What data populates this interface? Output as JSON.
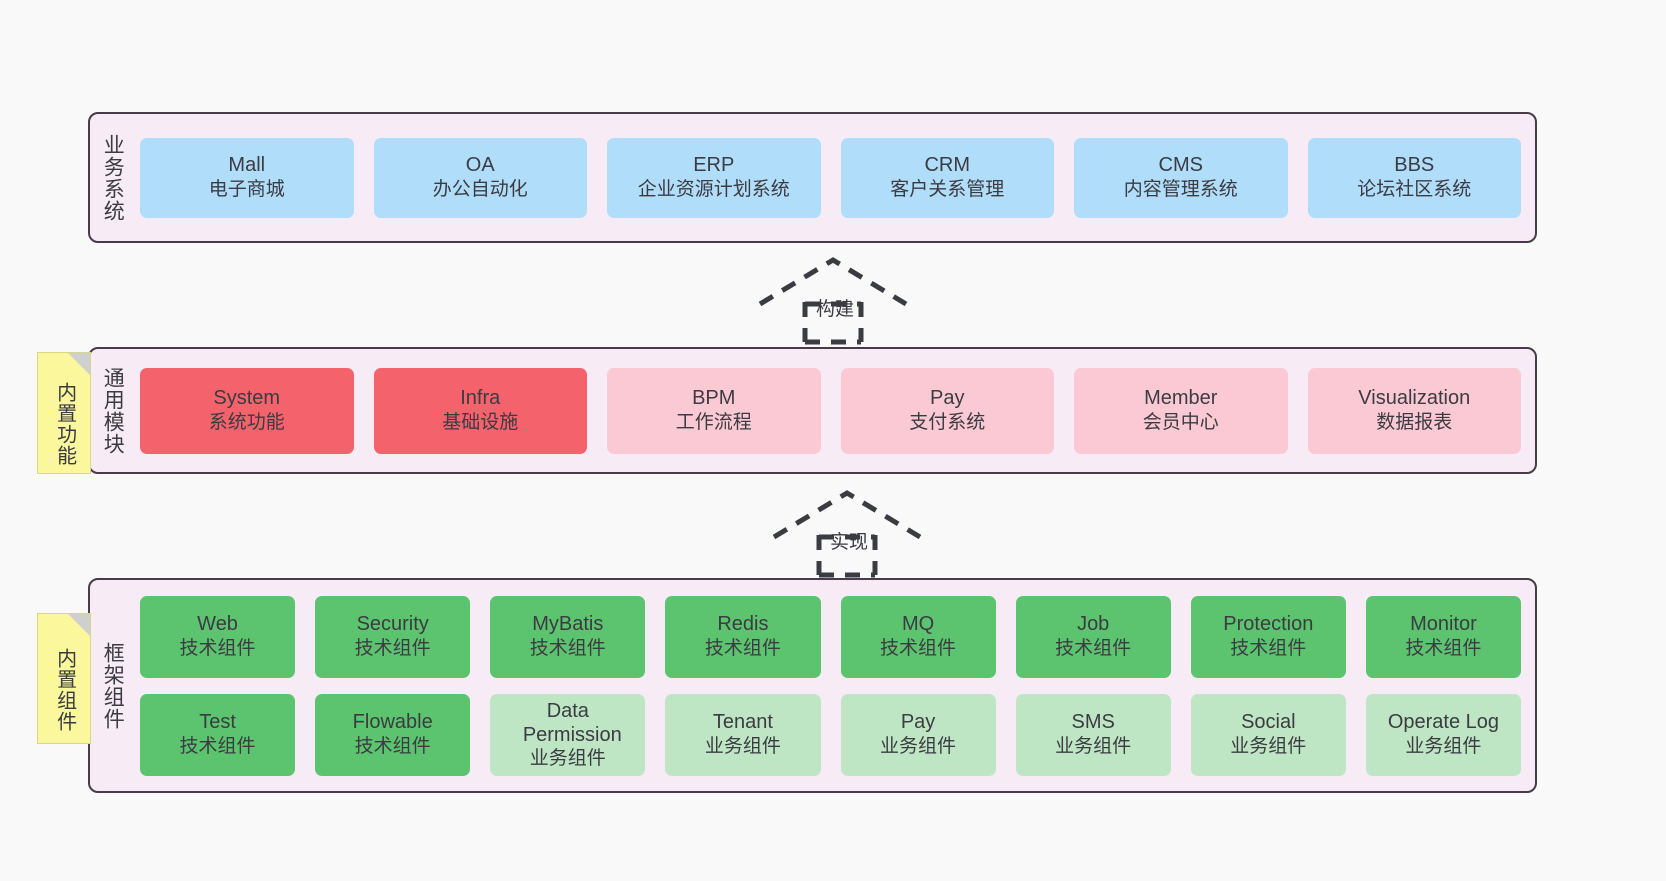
{
  "diagram": {
    "background_color": "#f9f9f9",
    "container_fill": "#f7ebf5",
    "container_border": "#4a3b4a"
  },
  "layers": [
    {
      "id": "business-systems",
      "label": "业务系统",
      "accent": "#b0ddfa",
      "rows": [
        [
          {
            "title": "Mall",
            "subtitle": "电子商城",
            "color": "#b0ddfa"
          },
          {
            "title": "OA",
            "subtitle": "办公自动化",
            "color": "#b0ddfa"
          },
          {
            "title": "ERP",
            "subtitle": "企业资源计划系统",
            "color": "#b0ddfa"
          },
          {
            "title": "CRM",
            "subtitle": "客户关系管理",
            "color": "#b0ddfa"
          },
          {
            "title": "CMS",
            "subtitle": "内容管理系统",
            "color": "#b0ddfa"
          },
          {
            "title": "BBS",
            "subtitle": "论坛社区系统",
            "color": "#b0ddfa"
          }
        ]
      ]
    },
    {
      "id": "common-modules",
      "label": "通用模块",
      "note": "内置功能",
      "accent": "#f4626c",
      "rows": [
        [
          {
            "title": "System",
            "subtitle": "系统功能",
            "color": "#f4626c"
          },
          {
            "title": "Infra",
            "subtitle": "基础设施",
            "color": "#f4626c"
          },
          {
            "title": "BPM",
            "subtitle": "工作流程",
            "color": "#fbc9d4"
          },
          {
            "title": "Pay",
            "subtitle": "支付系统",
            "color": "#fbc9d4"
          },
          {
            "title": "Member",
            "subtitle": "会员中心",
            "color": "#fbc9d4"
          },
          {
            "title": "Visualization",
            "subtitle": "数据报表",
            "color": "#fbc9d4"
          }
        ]
      ]
    },
    {
      "id": "framework-components",
      "label": "框架组件",
      "note": "内置组件",
      "accent": "#5cc46f",
      "rows": [
        [
          {
            "title": "Web",
            "subtitle": "技术组件",
            "color": "#5cc46f"
          },
          {
            "title": "Security",
            "subtitle": "技术组件",
            "color": "#5cc46f"
          },
          {
            "title": "MyBatis",
            "subtitle": "技术组件",
            "color": "#5cc46f"
          },
          {
            "title": "Redis",
            "subtitle": "技术组件",
            "color": "#5cc46f"
          },
          {
            "title": "MQ",
            "subtitle": "技术组件",
            "color": "#5cc46f"
          },
          {
            "title": "Job",
            "subtitle": "技术组件",
            "color": "#5cc46f"
          },
          {
            "title": "Protection",
            "subtitle": "技术组件",
            "color": "#5cc46f"
          },
          {
            "title": "Monitor",
            "subtitle": "技术组件",
            "color": "#5cc46f"
          }
        ],
        [
          {
            "title": "Test",
            "subtitle": "技术组件",
            "color": "#5cc46f"
          },
          {
            "title": "Flowable",
            "subtitle": "技术组件",
            "color": "#5cc46f"
          },
          {
            "title": "Data Permission",
            "subtitle": "业务组件",
            "color": "#bfe6c4"
          },
          {
            "title": "Tenant",
            "subtitle": "业务组件",
            "color": "#bfe6c4"
          },
          {
            "title": "Pay",
            "subtitle": "业务组件",
            "color": "#bfe6c4"
          },
          {
            "title": "SMS",
            "subtitle": "业务组件",
            "color": "#bfe6c4"
          },
          {
            "title": "Social",
            "subtitle": "业务组件",
            "color": "#bfe6c4"
          },
          {
            "title": "Operate Log",
            "subtitle": "业务组件",
            "color": "#bfe6c4"
          }
        ]
      ]
    }
  ],
  "connectors": [
    {
      "id": "build",
      "label": "构建",
      "from": "common-modules",
      "to": "business-systems",
      "style": "dashed-generalization"
    },
    {
      "id": "implement",
      "label": "实现",
      "from": "framework-components",
      "to": "common-modules",
      "style": "dashed-generalization"
    }
  ]
}
